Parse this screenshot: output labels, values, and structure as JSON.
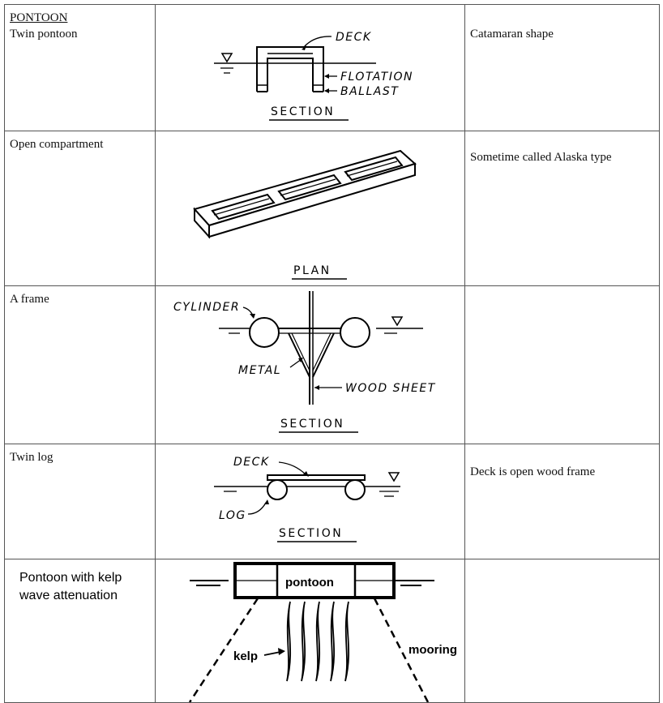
{
  "rows": [
    {
      "type_heading": "PONTOON",
      "type": "Twin pontoon",
      "figure_labels": {
        "deck": "DECK",
        "flotation": "FLOTATION",
        "ballast": "BALLAST",
        "view": "SECTION"
      },
      "note": "Catamaran shape"
    },
    {
      "type": "Open compartment",
      "figure_labels": {
        "view": "PLAN"
      },
      "note": "Sometime called Alaska type"
    },
    {
      "type": "A frame",
      "figure_labels": {
        "cylinder": "CYLINDER",
        "metal": "METAL",
        "wood_sheet": "WOOD SHEET",
        "view": "SECTION"
      },
      "note": ""
    },
    {
      "type": "Twin log",
      "figure_labels": {
        "deck": "DECK",
        "log": "LOG",
        "view": "SECTION"
      },
      "note": "Deck is open wood frame"
    },
    {
      "type": "Pontoon with kelp wave attenuation",
      "figure_labels": {
        "pontoon": "pontoon",
        "kelp": "kelp",
        "mooring": "mooring"
      },
      "note": ""
    }
  ]
}
